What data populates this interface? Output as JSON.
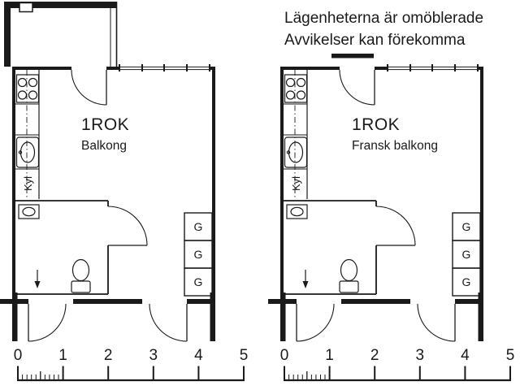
{
  "notice": {
    "line1": "Lägenheterna är omöblerade",
    "line2": "Avvikelser kan förekomma"
  },
  "plans": [
    {
      "title": "1ROK",
      "subtitle": "Balkong",
      "fridge_label": "Kyl",
      "wardrobe_label": "G"
    },
    {
      "title": "1ROK",
      "subtitle": "Fransk balkong",
      "fridge_label": "Kyl",
      "wardrobe_label": "G"
    }
  ],
  "scale_bars": [
    {
      "unit_ticks": [
        "0",
        "1",
        "2",
        "3",
        "4",
        "5"
      ]
    },
    {
      "unit_ticks": [
        "0",
        "1",
        "2",
        "3",
        "4",
        "5"
      ]
    }
  ],
  "colors": {
    "ink": "#1a1a1a",
    "background": "#ffffff"
  }
}
